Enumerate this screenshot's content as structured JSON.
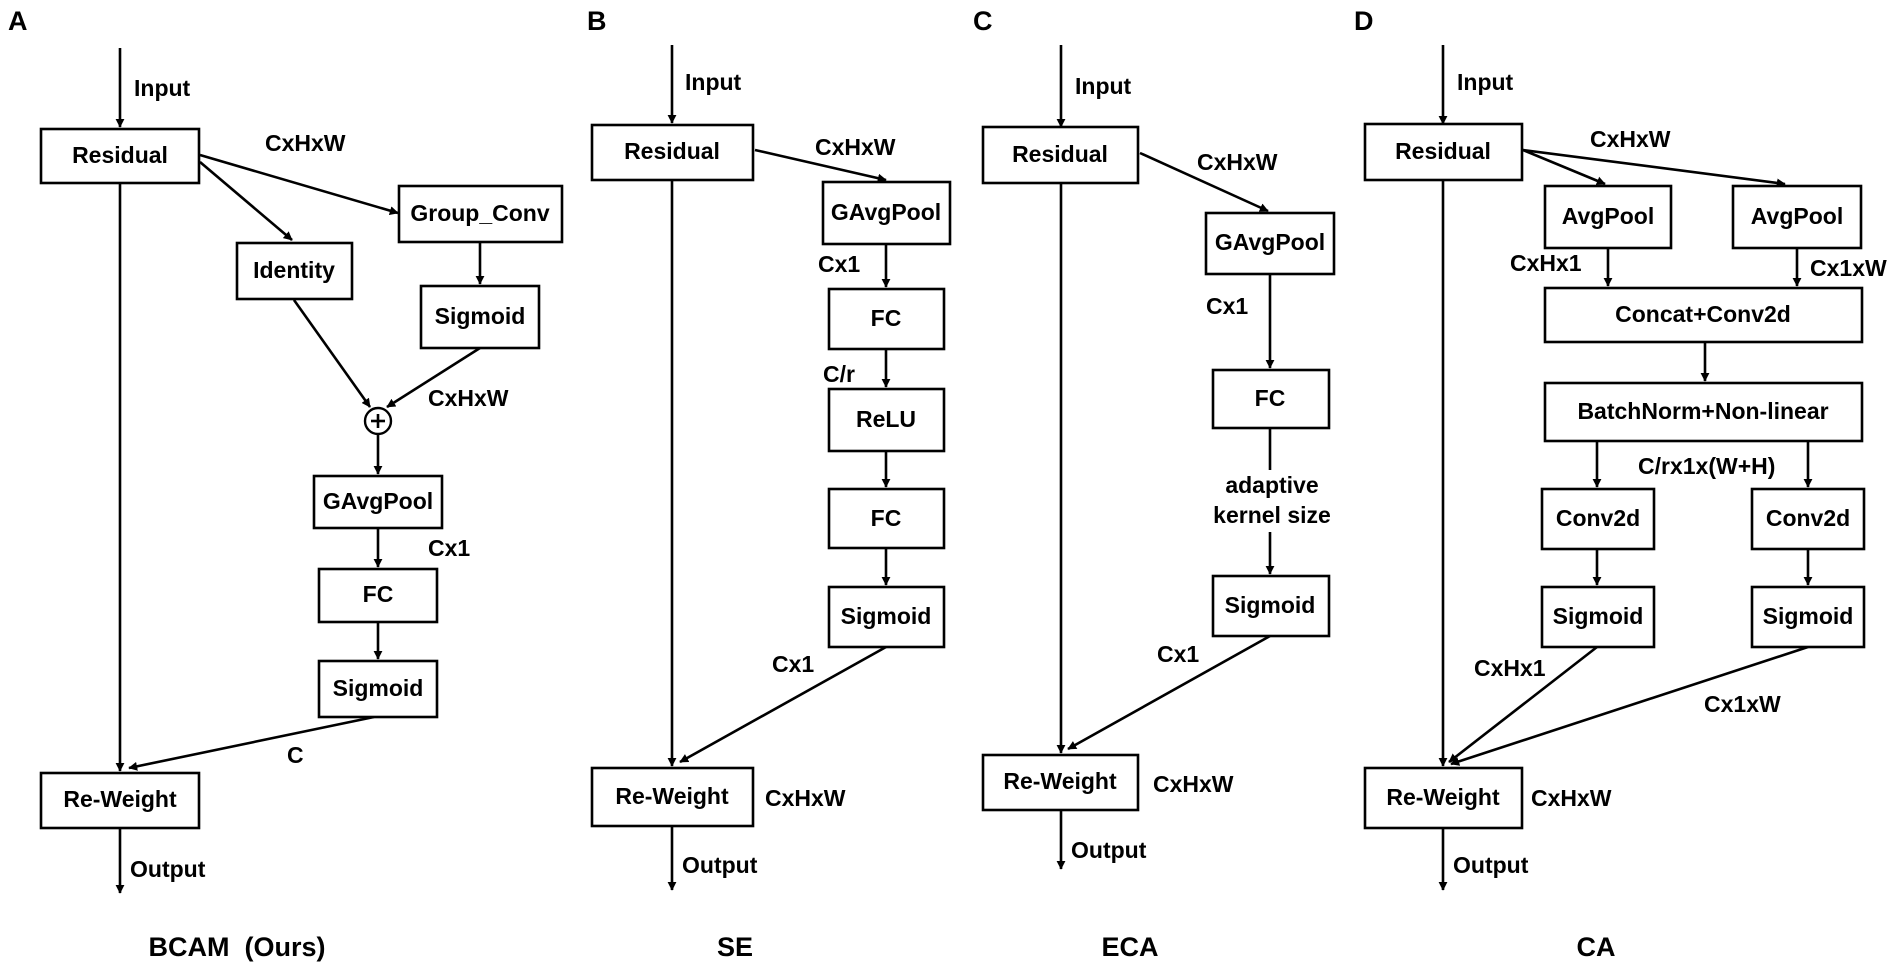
{
  "panels": [
    {
      "letter": "A",
      "caption": "BCAM  (Ours)",
      "input": "Input",
      "output": "Output",
      "boxes": {
        "residual": "Residual",
        "identity": "Identity",
        "group_conv": "Group_Conv",
        "sigmoid_1": "Sigmoid",
        "gavgpool": "GAvgPool",
        "fc": "FC",
        "sigmoid_2": "Sigmoid",
        "reweight": "Re-Weight"
      },
      "labels": {
        "cxhxw_top": "CxHxW",
        "cxhxw_mid": "CxHxW",
        "cx1": "Cx1",
        "c": "C"
      }
    },
    {
      "letter": "B",
      "caption": "SE",
      "input": "Input",
      "output": "Output",
      "boxes": {
        "residual": "Residual",
        "gavgpool": "GAvgPool",
        "fc_1": "FC",
        "relu": "ReLU",
        "fc_2": "FC",
        "sigmoid": "Sigmoid",
        "reweight": "Re-Weight"
      },
      "labels": {
        "cxhxw_top": "CxHxW",
        "cx1_top": "Cx1",
        "c_r": "C/r",
        "cx1_bottom": "Cx1",
        "cxhxw_out": "CxHxW"
      }
    },
    {
      "letter": "C",
      "caption": "ECA",
      "input": "Input",
      "output": "Output",
      "boxes": {
        "residual": "Residual",
        "gavgpool": "GAvgPool",
        "fc": "FC",
        "sigmoid": "Sigmoid",
        "reweight": "Re-Weight"
      },
      "labels": {
        "cxhxw_top": "CxHxW",
        "cx1_top": "Cx1",
        "adaptive_1": "adaptive",
        "adaptive_2": "kernel size",
        "cx1_bottom": "Cx1",
        "cxhxw_out": "CxHxW"
      }
    },
    {
      "letter": "D",
      "caption": "CA",
      "input": "Input",
      "output": "Output",
      "boxes": {
        "residual": "Residual",
        "avgpool_left": "AvgPool",
        "avgpool_right": "AvgPool",
        "concat": "Concat+Conv2d",
        "batchnorm": "BatchNorm+Non-linear",
        "conv2d_left": "Conv2d",
        "conv2d_right": "Conv2d",
        "sigmoid_left": "Sigmoid",
        "sigmoid_right": "Sigmoid",
        "reweight": "Re-Weight"
      },
      "labels": {
        "cxhxw_top": "CxHxW",
        "cxhx1_top": "CxHx1",
        "cx1xw_top": "Cx1xW",
        "c_rx1x": "C/rx1x(W+H)",
        "cxhx1_bottom": "CxHx1",
        "cx1xw_bottom": "Cx1xW",
        "cxhxw_out": "CxHxW"
      }
    }
  ]
}
